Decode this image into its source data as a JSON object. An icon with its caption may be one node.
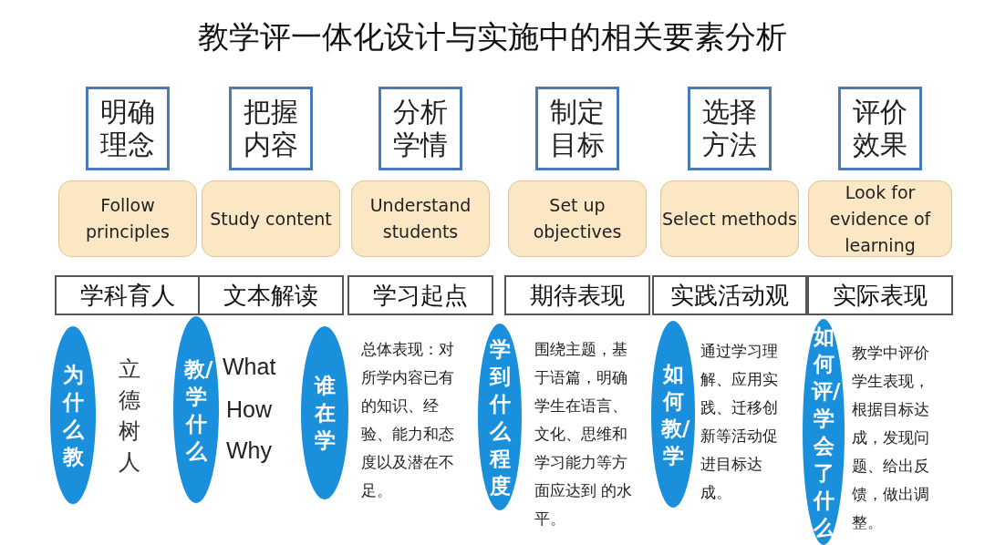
{
  "diagram": {
    "title": "教学评一体化设计与实施中的相关要素分析",
    "nodes": [
      {
        "text": [
          "明确理念"
        ]
      },
      {
        "text": [
          "把握内容"
        ]
      },
      {
        "text": [
          "分析学情"
        ]
      },
      {
        "text": [
          "制定目标"
        ]
      },
      {
        "text": [
          "选择方法"
        ]
      },
      {
        "text": [
          "评价效果"
        ]
      },
      {
        "text": [
          "Follow principles"
        ]
      },
      {
        "text": [
          "Study content"
        ]
      },
      {
        "text": [
          "Understand students"
        ]
      },
      {
        "text": [
          "Set up objectives"
        ]
      },
      {
        "text": [
          "Select methods"
        ]
      },
      {
        "text": [
          "Look for evidence of learning"
        ]
      },
      {
        "text": [
          "学科育人"
        ]
      },
      {
        "text": [
          "文本解读"
        ]
      },
      {
        "text": [
          "学习起点"
        ]
      },
      {
        "text": [
          "期待表现"
        ]
      },
      {
        "text": [
          "实践活动观"
        ]
      },
      {
        "text": [
          "实际表现"
        ]
      },
      {
        "text": [
          "为什么教"
        ],
        "beside": [
          "立德树人"
        ]
      },
      {
        "text": [
          "教/学什么"
        ],
        "beside": [
          "What",
          "How",
          "Why"
        ]
      },
      {
        "text": [
          "谁在学"
        ],
        "beside": [
          "总体表现：对所学内容已有的知识、经验、能力和态度以及潜在不足。"
        ]
      },
      {
        "text": [
          "学到什么程度"
        ],
        "beside": [
          "围绕主题，基于语篇，明确学生在语言、文化、思维和学习能力等方面应达到 的水平。"
        ]
      },
      {
        "text": [
          "如何教/学"
        ],
        "beside": [
          "通过学习理解、应用实践、迁移创新等活动促进目标达成。"
        ]
      },
      {
        "text": [
          "如何评/学会了什么"
        ],
        "beside": [
          "教学中评价学生表现，根据目标达成，发现问题、给出反馈，做出调整。"
        ]
      }
    ],
    "edges": []
  }
}
